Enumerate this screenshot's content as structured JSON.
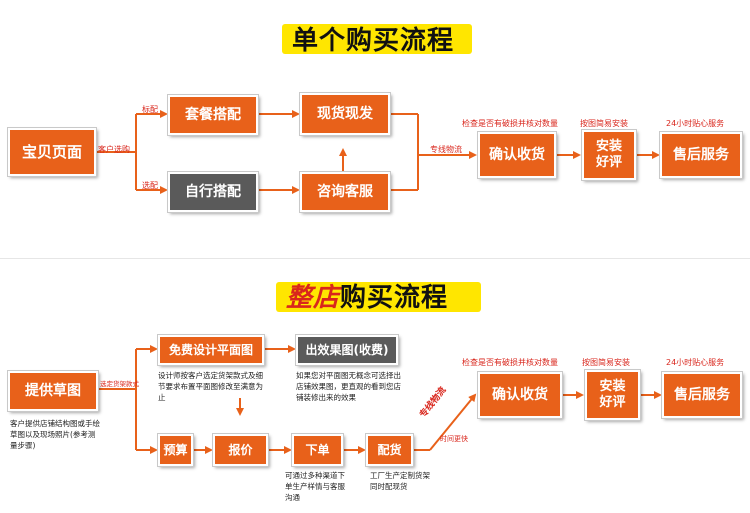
{
  "colors": {
    "accent": "#e8611a",
    "gray_box": "#5a5a5a",
    "label_red": "#d9261c",
    "title_highlight": "#ffe600"
  },
  "section1": {
    "title": "单个购买流程",
    "boxes": {
      "product_page": "宝贝页面",
      "package": "套餐搭配",
      "custom": "自行搭配",
      "in_stock": "现货现发",
      "consult": "咨询客服",
      "confirm": "确认收货",
      "install": "安装\n好评",
      "after_sale": "售后服务"
    },
    "labels": {
      "customer_select": "客户选购",
      "standard": "标配",
      "optional": "选配",
      "logistics": "专线物流",
      "check": "检查是否有破损并核对数量",
      "install_hint": "按图简易安装",
      "service_hint": "24小时贴心服务"
    }
  },
  "section2": {
    "title_prefix": "整店",
    "title_suffix": "购买流程",
    "boxes": {
      "sketch": "提供草图",
      "free_design": "免费设计平面图",
      "render": "出效果图(收费)",
      "budget": "预算",
      "quote": "报价",
      "order": "下单",
      "delivery": "配货",
      "confirm": "确认收货",
      "install": "安装\n好评",
      "after_sale": "售后服务"
    },
    "labels": {
      "choose_shelf": "选定货架款式",
      "logistics": "专线物流",
      "faster": "时间更快",
      "check": "检查是否有破损并核对数量",
      "install_hint": "按图简易安装",
      "service_hint": "24小时贴心服务"
    },
    "notes": {
      "sketch_note": "客户提供店铺结构图或手绘草图以及现场照片(参考测量步骤)",
      "design_note": "设计师按客户选定货架款式及细节要求布置平面图修改至满意为止",
      "render_note": "如果您对平面图无概念可选择出店铺效果图，更直观的看到您店铺装修出来的效果",
      "order_note": "可通过多种渠道下单生产样情与客服沟通",
      "delivery_note": "工厂生产定制货架同时配现货"
    }
  }
}
